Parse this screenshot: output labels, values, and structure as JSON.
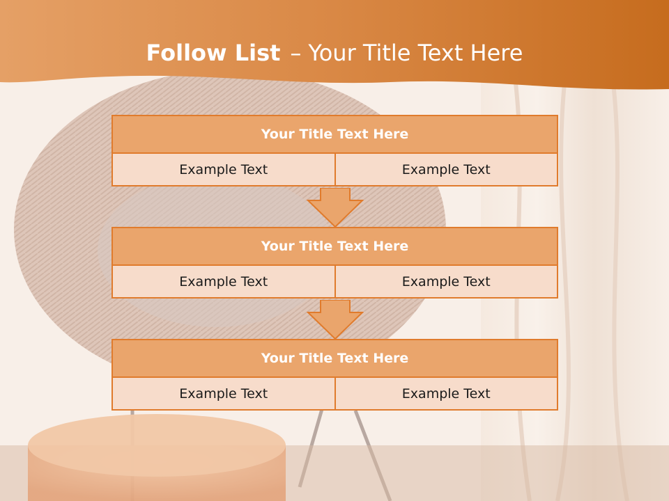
{
  "slide": {
    "title_bold": "Follow List",
    "title_separator": "–",
    "title_rest": "Your Title Text Here"
  },
  "blocks": [
    {
      "title": "Your Title Text Here",
      "left": "Example Text",
      "right": "Example Text"
    },
    {
      "title": "Your Title Text Here",
      "left": "Example Text",
      "right": "Example Text"
    },
    {
      "title": "Your Title Text Here",
      "left": "Example Text",
      "right": "Example Text"
    }
  ],
  "colors": {
    "accent": "#e07b2c",
    "header": "#d9782f",
    "block_title_fill": "#eaa56c",
    "cell_fill": "#f7dccb"
  }
}
